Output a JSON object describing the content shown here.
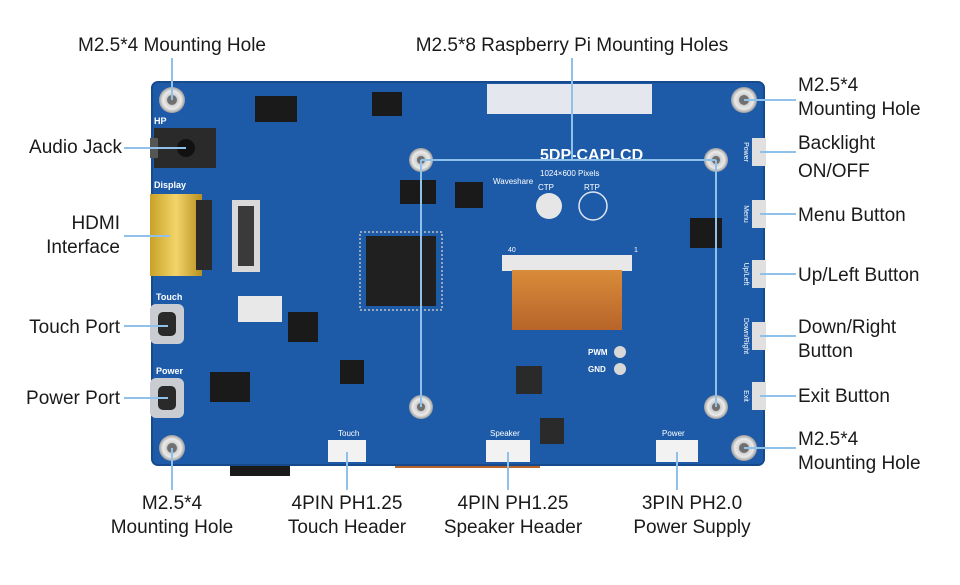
{
  "board": {
    "model": "5DP-CAPLCD",
    "resolution": "1024×600 Pixels",
    "brand": "Waveshare",
    "ctp": "CTP",
    "rtp": "RTP",
    "hp": "HP",
    "display": "Display",
    "touch": "Touch",
    "power": "Power",
    "pwm": "PWM",
    "gnd": "GND",
    "speaker": "Speaker",
    "touch_conn": "Touch",
    "power_conn": "Power",
    "pin40": "40",
    "pin1": "1",
    "btn_power": "Power",
    "btn_menu": "Menu",
    "btn_up": "Up/Left",
    "btn_down": "Down/Right",
    "btn_exit": "Exit"
  },
  "labels": {
    "mount_tl": "M2.5*4 Mounting Hole",
    "rpi_holes": "M2.5*8 Raspberry Pi Mounting Holes",
    "mount_tr_1": "M2.5*4",
    "mount_tr_2": "Mounting Hole",
    "audio": "Audio Jack",
    "hdmi_1": "HDMI",
    "hdmi_2": "Interface",
    "touch_port": "Touch Port",
    "power_port": "Power Port",
    "backlight_1": "Backlight",
    "backlight_2": "ON/OFF",
    "menu": "Menu Button",
    "up": "Up/Left Button",
    "down_1": "Down/Right",
    "down_2": "Button",
    "exit": "Exit Button",
    "mount_br_1": "M2.5*4",
    "mount_br_2": "Mounting Hole",
    "mount_bl_1": "M2.5*4",
    "mount_bl_2": "Mounting Hole",
    "touch_hdr_1": "4PIN PH1.25",
    "touch_hdr_2": "Touch Header",
    "spk_hdr_1": "4PIN PH1.25",
    "spk_hdr_2": "Speaker Header",
    "pwr_sup_1": "3PIN PH2.0",
    "pwr_sup_2": "Power Supply"
  },
  "colors": {
    "pcb": "#1d5ba8",
    "pcb_dark": "#164a8c",
    "callout": "#8fc1ea",
    "hole_ring": "#c9c9c9"
  }
}
